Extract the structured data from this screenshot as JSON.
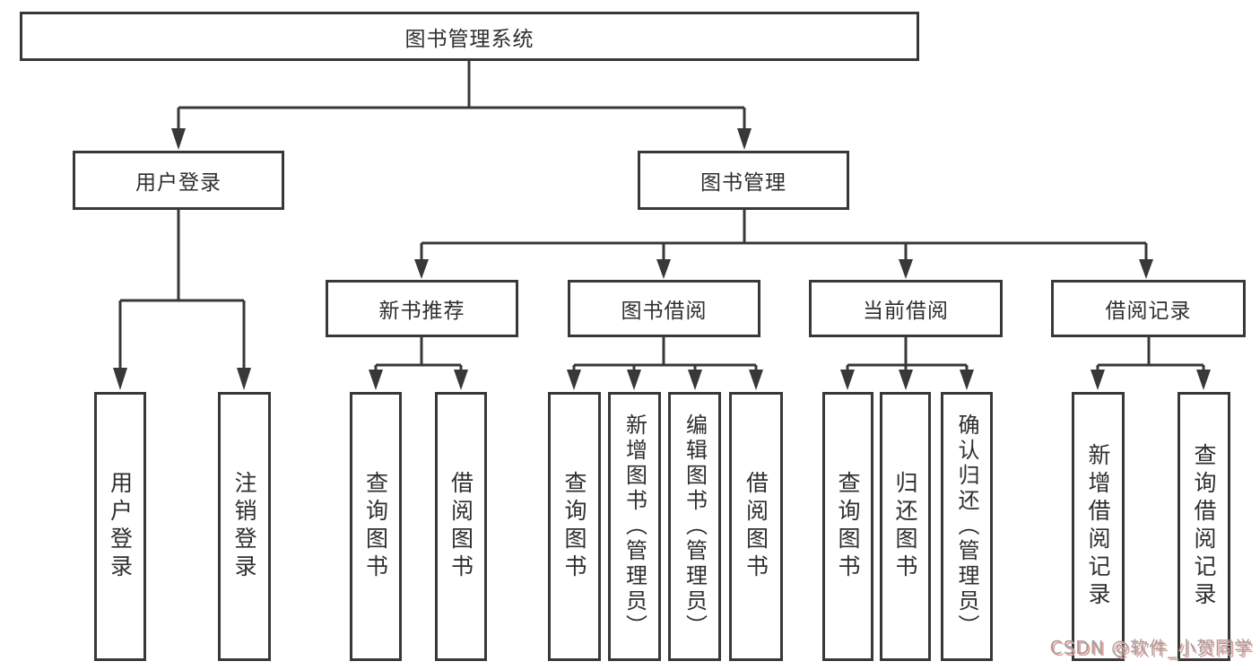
{
  "tree": {
    "root": {
      "label": "图书管理系统"
    },
    "children": [
      {
        "label": "用户登录",
        "children": [
          {
            "label": "用户登录"
          },
          {
            "label": "注销登录"
          }
        ]
      },
      {
        "label": "图书管理",
        "children": [
          {
            "label": "新书推荐",
            "children": [
              {
                "label": "查询图书"
              },
              {
                "label": "借阅图书"
              }
            ]
          },
          {
            "label": "图书借阅",
            "children": [
              {
                "label": "查询图书"
              },
              {
                "label": "新增图书（管理员）"
              },
              {
                "label": "编辑图书（管理员）"
              },
              {
                "label": "借阅图书"
              }
            ]
          },
          {
            "label": "当前借阅",
            "children": [
              {
                "label": "查询图书"
              },
              {
                "label": "归还图书"
              },
              {
                "label": "确认归还（管理员）"
              }
            ]
          },
          {
            "label": "借阅记录",
            "children": [
              {
                "label": "新增借阅记录"
              },
              {
                "label": "查询借阅记录"
              }
            ]
          }
        ]
      }
    ]
  },
  "watermark": "CSDN @软件_小贺同学",
  "colors": {
    "line": "#383838",
    "box_fill": "#ffffff",
    "text": "#2f2f2f",
    "background": "#ffffff",
    "watermark_text": "#a0a0a0",
    "watermark_shadow": "#e99f97"
  }
}
